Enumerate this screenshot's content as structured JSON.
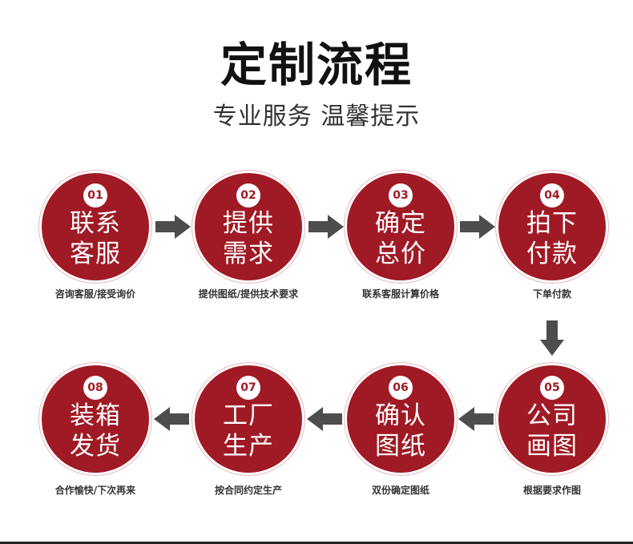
{
  "title": "定制流程",
  "subtitle": "专业服务 温馨提示",
  "steps": [
    {
      "num": "01",
      "line1": "联系",
      "line2": "客服",
      "caption": "咨询客服/接受询价"
    },
    {
      "num": "02",
      "line1": "提供",
      "line2": "需求",
      "caption": "提供图纸/提供技术要求"
    },
    {
      "num": "03",
      "line1": "确定",
      "line2": "总价",
      "caption": "联系客服计算价格"
    },
    {
      "num": "04",
      "line1": "拍下",
      "line2": "付款",
      "caption": "下单付款"
    },
    {
      "num": "05",
      "line1": "公司",
      "line2": "画图",
      "caption": "根据要求作图"
    },
    {
      "num": "06",
      "line1": "确认",
      "line2": "图纸",
      "caption": "双份确定图纸"
    },
    {
      "num": "07",
      "line1": "工厂",
      "line2": "生产",
      "caption": "按合同约定生产"
    },
    {
      "num": "08",
      "line1": "装箱",
      "line2": "发货",
      "caption": "合作愉快/下次再来"
    }
  ],
  "colors": {
    "circle": "#a01a25",
    "arrow": "#4d4d4d"
  }
}
